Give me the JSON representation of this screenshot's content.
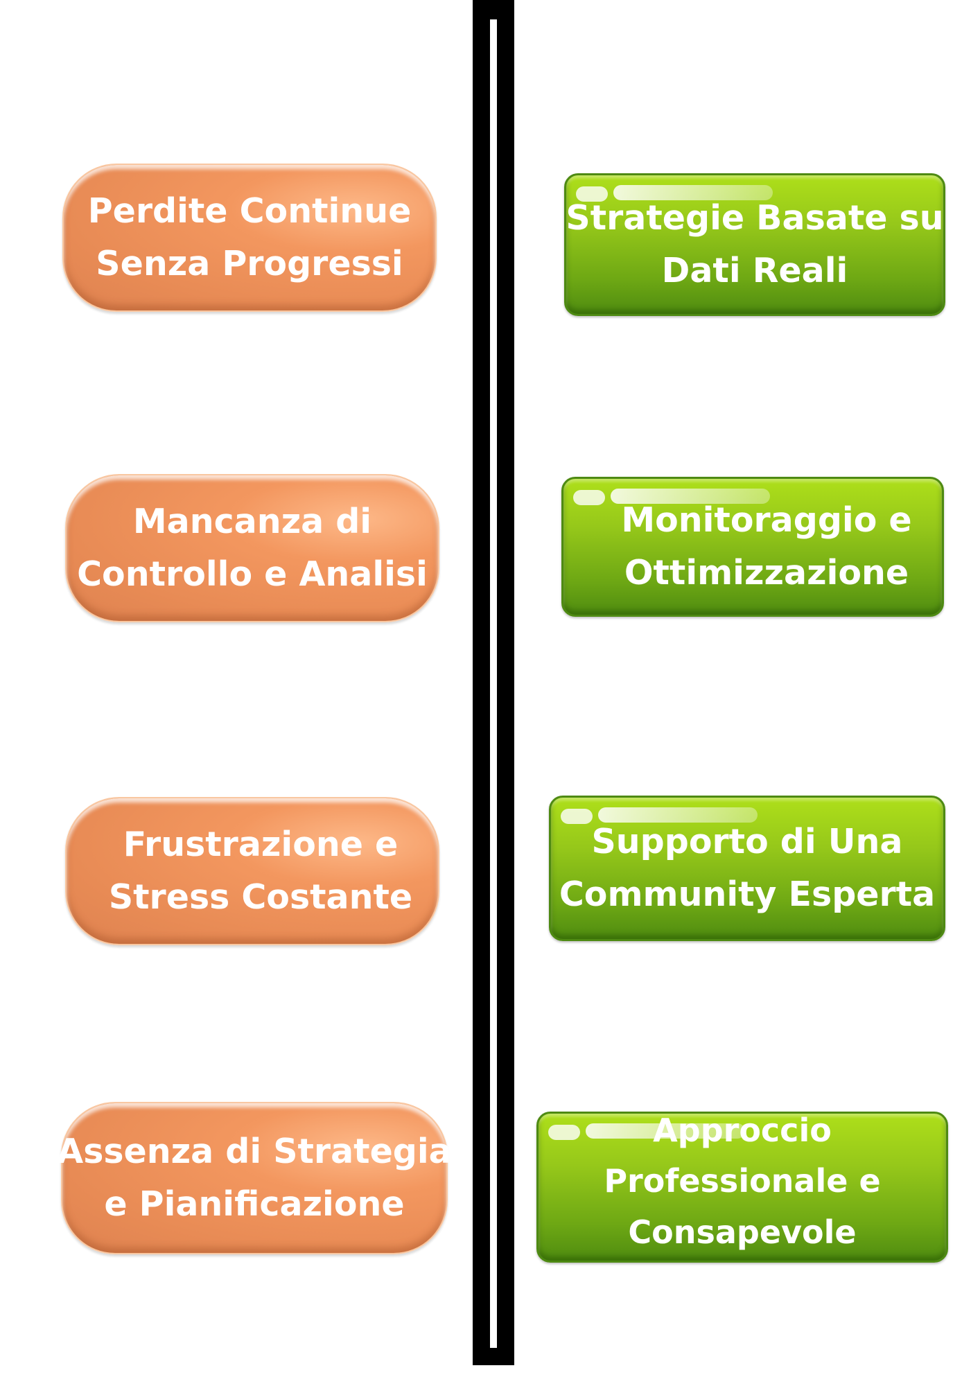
{
  "problems": [
    {
      "line1": "Perdite Continue",
      "line2": "Senza Progressi"
    },
    {
      "line1": "Mancanza di",
      "line2": "Controllo e Analisi"
    },
    {
      "line1": "Frustrazione e",
      "line2": "Stress Costante"
    },
    {
      "line1": "Assenza di Strategia",
      "line2": "e Pianificazione"
    }
  ],
  "solutions": [
    {
      "line1": "Strategie Basate su",
      "line2": "Dati Reali"
    },
    {
      "line1": "Monitoraggio e",
      "line2": "Ottimizzazione"
    },
    {
      "line1": "Supporto di Una",
      "line2": "Community Esperta"
    },
    {
      "line1": "Approccio",
      "line2": "Professionale e",
      "line3": "Consapevole"
    }
  ],
  "colors": {
    "problem_fill": "#f3975f",
    "solution_fill": "#8cc21a",
    "divider": "#000000"
  }
}
